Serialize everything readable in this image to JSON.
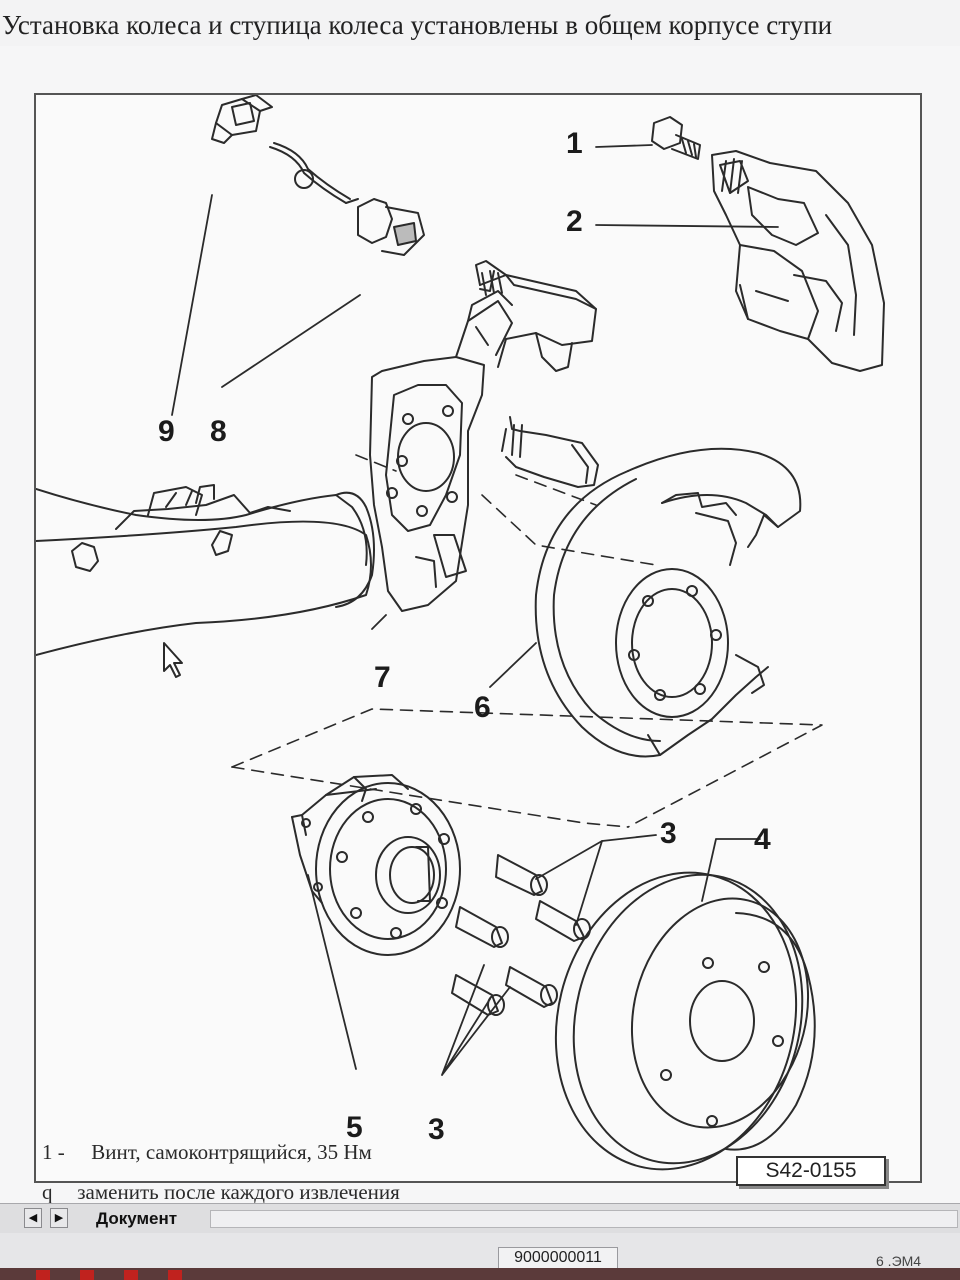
{
  "window": {
    "title": "Установка колеса и ступица колеса установлены в общем корпусе ступи"
  },
  "figure": {
    "id_label": "S42-0155",
    "callouts": [
      {
        "key": "c1",
        "text": "1"
      },
      {
        "key": "c2",
        "text": "2"
      },
      {
        "key": "c3a",
        "text": "3"
      },
      {
        "key": "c4",
        "text": "4"
      },
      {
        "key": "c3b",
        "text": "3"
      },
      {
        "key": "c5",
        "text": "5"
      },
      {
        "key": "c6",
        "text": "6"
      },
      {
        "key": "c7",
        "text": "7"
      },
      {
        "key": "c8",
        "text": "8"
      },
      {
        "key": "c9",
        "text": "9"
      }
    ],
    "parts_depicted": [
      "bolt-icon",
      "caliper-icon",
      "hub-screws-icon",
      "brake-disc-icon",
      "wheel-hub-icon",
      "splash-shield-icon",
      "axle-beam-icon",
      "speed-sensor-icon",
      "cable-clip-icon"
    ]
  },
  "legend": {
    "item1": {
      "num": "1 -",
      "text": "Винт, самоконтрящийся, 35 Нм"
    },
    "note1": {
      "bullet": "q",
      "text": "заменить после каждого извлечения"
    }
  },
  "tabs": {
    "prev_label": "◀",
    "next_label": "▶",
    "active_tab": "Документ"
  },
  "status": {
    "field_value": "9000000011",
    "right_text": "6  .ЭМ4"
  },
  "colors": {
    "line_art": "#2b2b2b",
    "paper": "#fafafa",
    "frame": "#555555"
  }
}
